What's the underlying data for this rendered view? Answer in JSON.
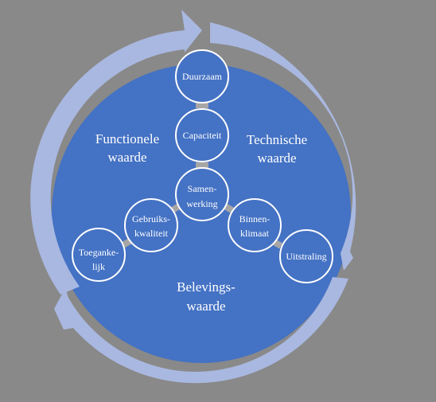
{
  "colors": {
    "background": "#898989",
    "disc": "#4472c4",
    "ring": "#a9b8e0",
    "node_stroke": "#ffffff",
    "connector": "#a6a6a6",
    "text": "#ffffff"
  },
  "sectors": {
    "functional": {
      "line1": "Functionele",
      "line2": "waarde"
    },
    "technical": {
      "line1": "Technische",
      "line2": "waarde"
    },
    "experience": {
      "line1": "Belevings-",
      "line2": "waarde"
    }
  },
  "nodes": {
    "center": {
      "line1": "Samen-",
      "line2": "werking"
    },
    "capaciteit": {
      "label": "Capaciteit"
    },
    "duurzaam": {
      "label": "Duurzaam"
    },
    "gebruikskwaliteit": {
      "line1": "Gebruiks-",
      "line2": "kwaliteit"
    },
    "toegankelijk": {
      "line1": "Toeganke-",
      "line2": "lijk"
    },
    "binnenklimaat": {
      "line1": "Binnen-",
      "line2": "klimaat"
    },
    "uitstraling": {
      "label": "Uitstraling"
    }
  }
}
